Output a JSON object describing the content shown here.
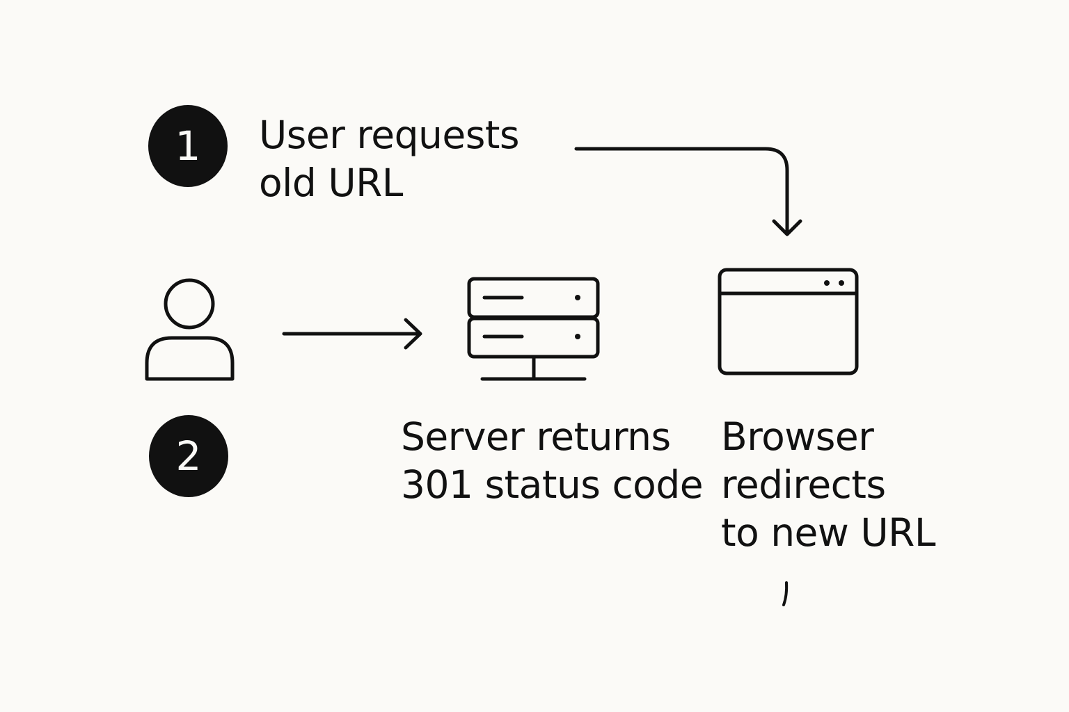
{
  "steps": [
    {
      "number": "1"
    },
    {
      "number": "2"
    }
  ],
  "labels": {
    "user_request": [
      "User requests",
      "old URL"
    ],
    "server": [
      "Server returns",
      "301 status code"
    ],
    "browser": [
      "Browser",
      "redirects",
      "to new URL"
    ]
  },
  "icons": {
    "user": "user-icon",
    "server": "server-icon",
    "browser": "browser-window-icon"
  },
  "colors": {
    "background": "#fbfaf7",
    "ink": "#111111"
  }
}
